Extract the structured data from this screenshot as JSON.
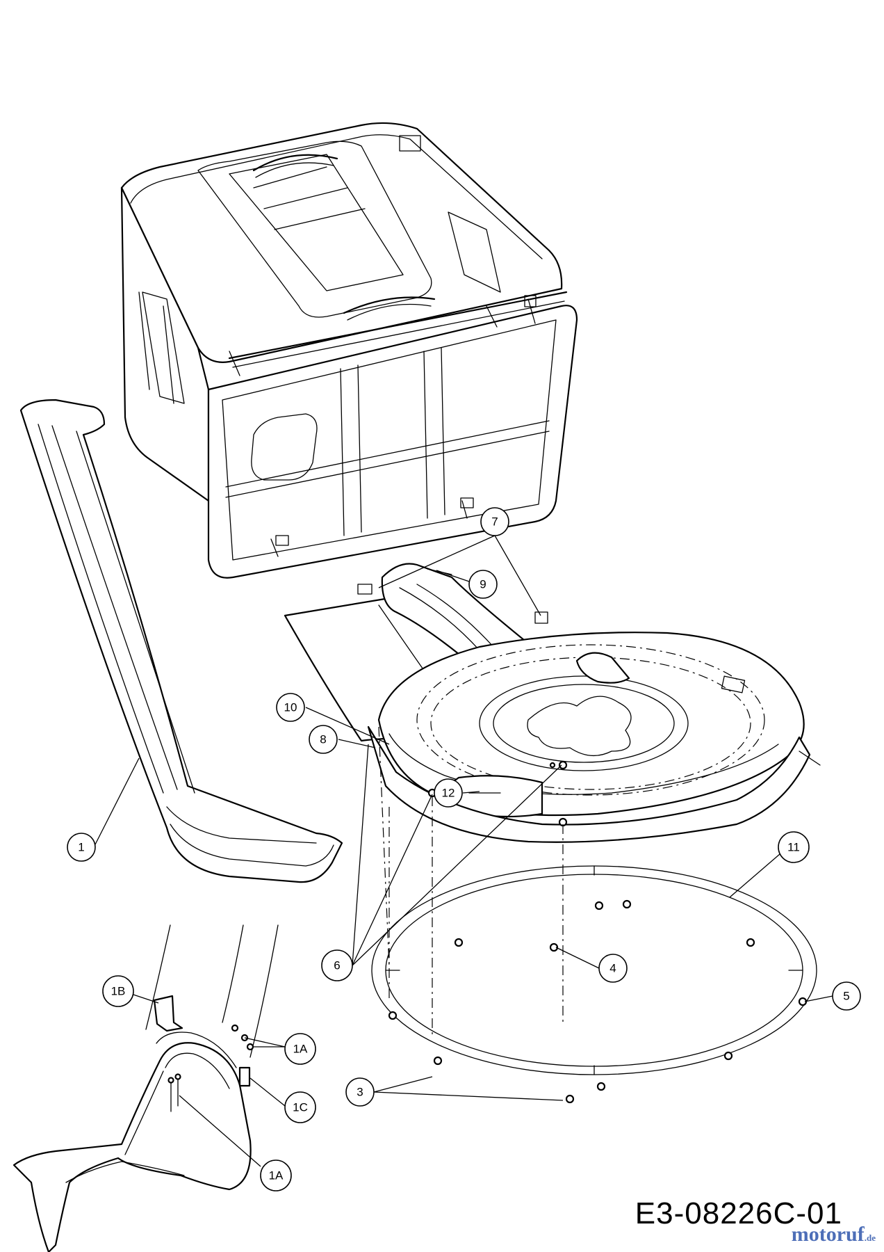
{
  "callouts": [
    {
      "id": "c1",
      "label": "1"
    },
    {
      "id": "c1b",
      "label": "1B"
    },
    {
      "id": "c1a_top",
      "label": "1A"
    },
    {
      "id": "c1c",
      "label": "1C"
    },
    {
      "id": "c1a_bottom",
      "label": "1A"
    },
    {
      "id": "c3",
      "label": "3"
    },
    {
      "id": "c4",
      "label": "4"
    },
    {
      "id": "c5",
      "label": "5"
    },
    {
      "id": "c6",
      "label": "6"
    },
    {
      "id": "c7",
      "label": "7"
    },
    {
      "id": "c8",
      "label": "8"
    },
    {
      "id": "c9",
      "label": "9"
    },
    {
      "id": "c10",
      "label": "10"
    },
    {
      "id": "c11",
      "label": "11"
    },
    {
      "id": "c12",
      "label": "12"
    }
  ],
  "diagram_code": "E3-08226C-01",
  "watermark": {
    "brand": "motoruf",
    "tld": ".de"
  }
}
